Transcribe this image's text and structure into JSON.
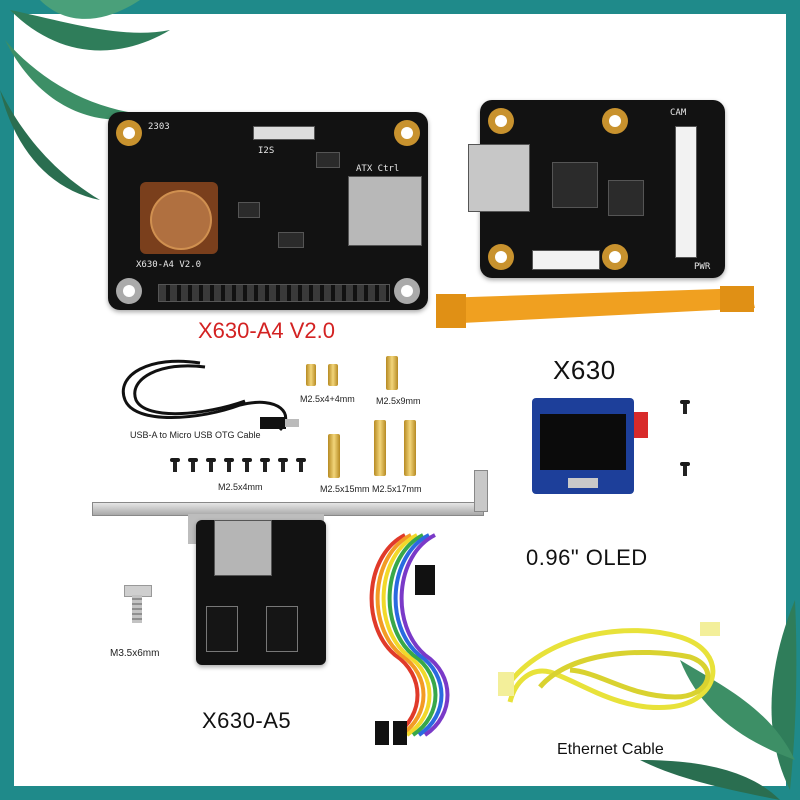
{
  "labels": {
    "x630_a4": "X630-A4 V2.0",
    "x630": "X630",
    "usb_cable": "USB-A to Micro USB OTG Cable",
    "m25x4x4": "M2.5x4+4mm",
    "m25x9": "M2.5x9mm",
    "m25x4": "M2.5x4mm",
    "m25x15": "M2.5x15mm",
    "m25x17": "M2.5x17mm",
    "oled": "0.96\" OLED",
    "m35x6": "M3.5x6mm",
    "x630_a5": "X630-A5",
    "ethernet": "Ethernet Cable"
  },
  "board_silk": {
    "a4_model": "X630-A4 V2.0",
    "i2s": "I2S",
    "atx_ctrl": "ATX Ctrl",
    "cam": "CAM",
    "pwr": "PWR",
    "code": "2303"
  },
  "colors": {
    "frame": "#1f8a8a",
    "label_red": "#d32222",
    "pcb": "#121212",
    "gold": "#c8922e",
    "ribbon": "#f0a020",
    "oled_blue": "#1d3f9a",
    "ethernet_cable": "#e8e23a"
  },
  "icons": [
    "leaf-top-left",
    "leaf-bottom-right"
  ]
}
